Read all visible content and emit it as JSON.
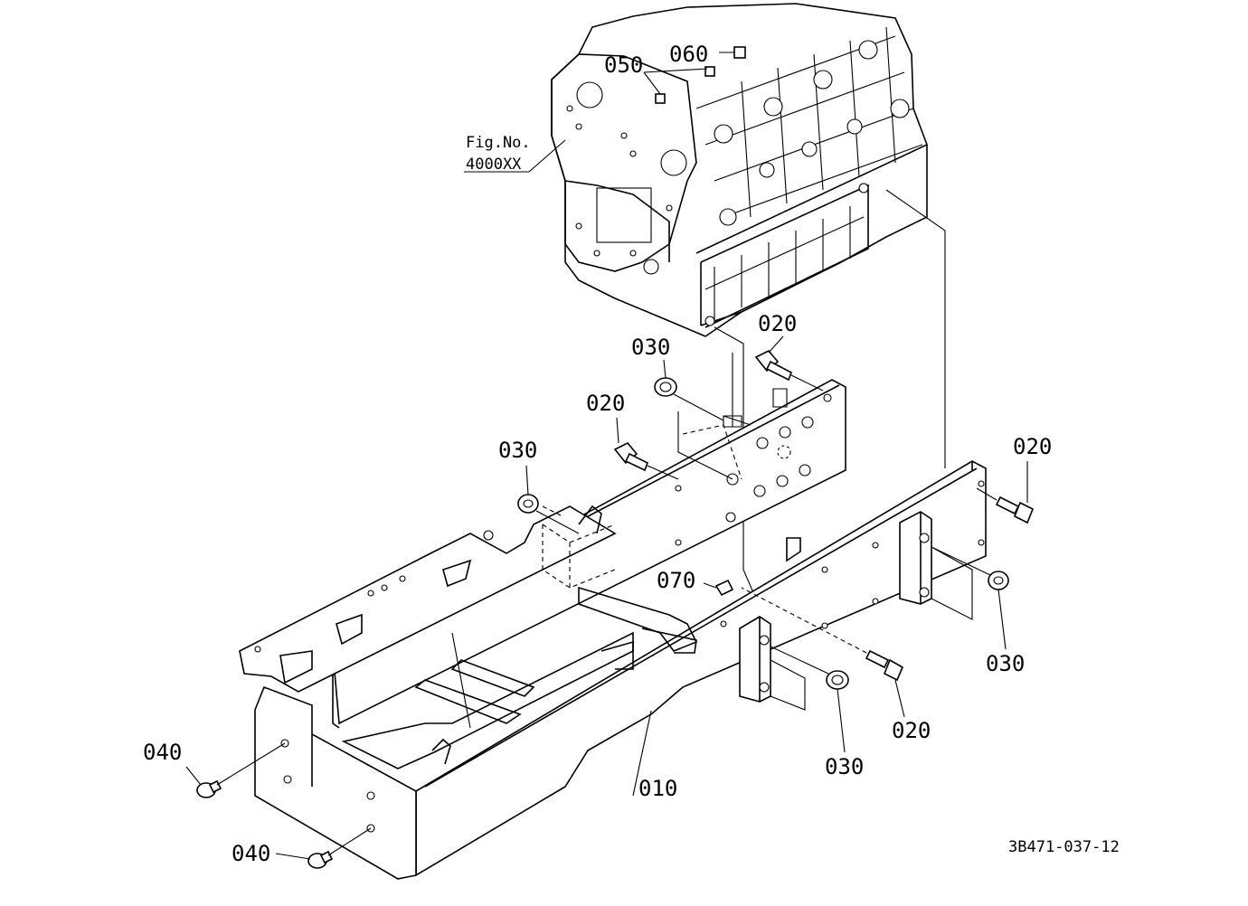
{
  "callouts": {
    "c010": "010",
    "c020a": "020",
    "c020b": "020",
    "c020c": "020",
    "c020d": "020",
    "c030a": "030",
    "c030b": "030",
    "c030c": "030",
    "c030d": "030",
    "c040a": "040",
    "c040b": "040",
    "c050": "050",
    "c060": "060",
    "c070": "070"
  },
  "figure_ref": {
    "line1": "Fig.No.",
    "line2": "4000XX"
  },
  "drawing_number": "3B471-037-12"
}
